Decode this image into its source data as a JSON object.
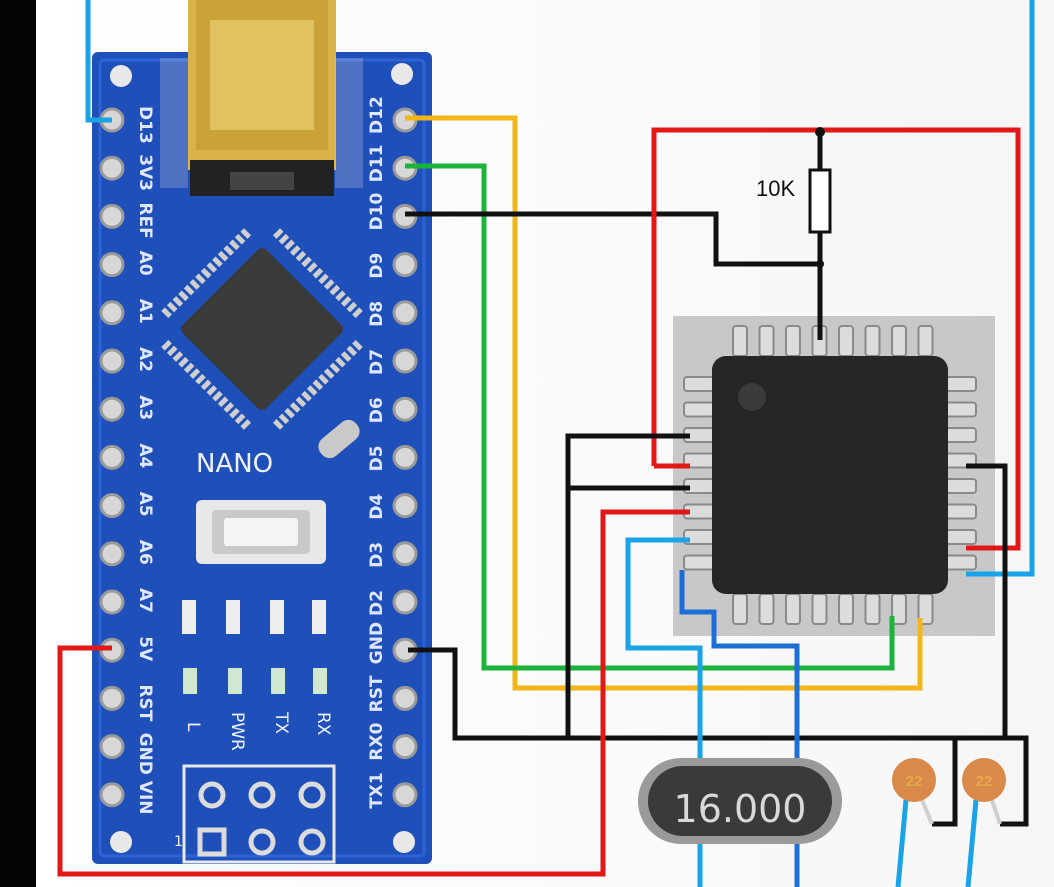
{
  "nano": {
    "left_pins": [
      "D13",
      "3V3",
      "REF",
      "A0",
      "A1",
      "A2",
      "A3",
      "A4",
      "A5",
      "A6",
      "A7",
      "5V",
      "RST",
      "GND",
      "VIN"
    ],
    "right_pins": [
      "D12",
      "D11",
      "D10",
      "D9",
      "D8",
      "D7",
      "D6",
      "D5",
      "D4",
      "D3",
      "D2",
      "GND",
      "RST",
      "RX0",
      "TX1"
    ],
    "brand": "NANO",
    "led_labels": [
      "L",
      "PWR",
      "TX",
      "RX"
    ],
    "icsp_pin1": "1"
  },
  "resistor": {
    "label": "10K"
  },
  "crystal": {
    "label": "16.000"
  },
  "capacitors": [
    {
      "label": "22"
    },
    {
      "label": "22"
    }
  ],
  "colors": {
    "board": "#1f4fb8",
    "red_wire": "#e01818",
    "black_wire": "#111111",
    "blue_wire": "#1aa3e6",
    "green_wire": "#1cb33a",
    "yellow_wire": "#f2b619",
    "chip": "#262626"
  }
}
